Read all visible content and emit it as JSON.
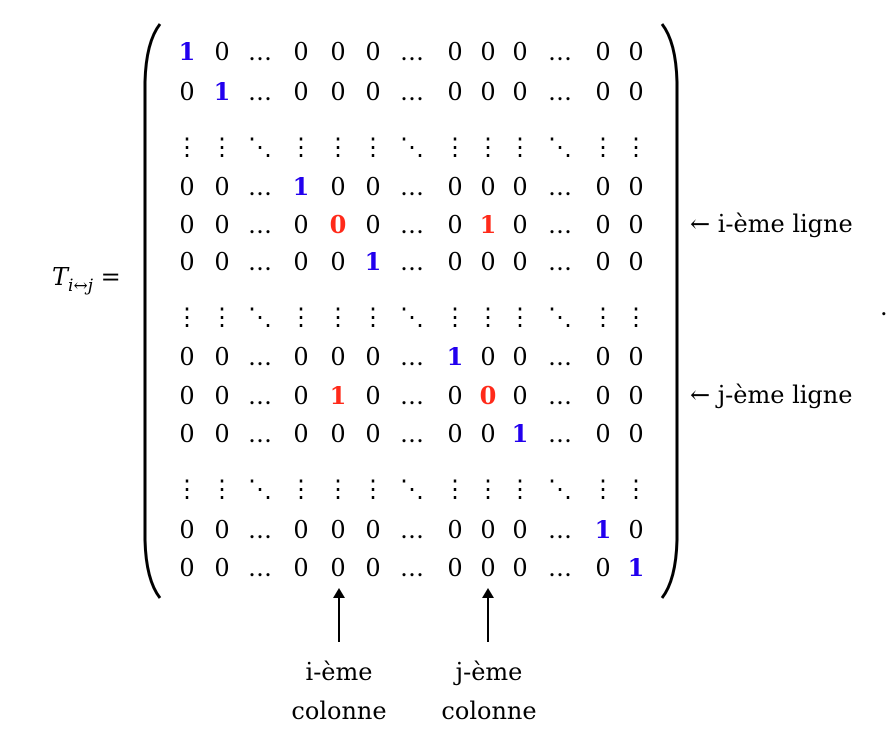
{
  "label": {
    "symbol": "T",
    "subscript": "i↔j",
    "equals": "="
  },
  "period": ".",
  "colors": {
    "blue": "#2200ee",
    "red": "#ff2a1a"
  },
  "matrix": {
    "rows": [
      {
        "cells": [
          "1",
          "0",
          "…",
          "0",
          "0",
          "0",
          "…",
          "0",
          "0",
          "0",
          "…",
          "0",
          "0"
        ],
        "colors": [
          "b",
          "",
          "",
          "",
          "",
          "",
          "",
          "",
          "",
          "",
          "",
          "",
          ""
        ]
      },
      {
        "cells": [
          "0",
          "1",
          "…",
          "0",
          "0",
          "0",
          "…",
          "0",
          "0",
          "0",
          "…",
          "0",
          "0"
        ],
        "colors": [
          "",
          "b",
          "",
          "",
          "",
          "",
          "",
          "",
          "",
          "",
          "",
          "",
          ""
        ]
      },
      {
        "cells": [
          "⋮",
          "⋮",
          "⋱",
          "⋮",
          "⋮",
          "⋮",
          "⋱",
          "⋮",
          "⋮",
          "⋮",
          "⋱",
          "⋮",
          "⋮"
        ],
        "colors": [
          "",
          "",
          "",
          "",
          "",
          "",
          "",
          "",
          "",
          "",
          "",
          "",
          ""
        ]
      },
      {
        "cells": [
          "0",
          "0",
          "…",
          "1",
          "0",
          "0",
          "…",
          "0",
          "0",
          "0",
          "…",
          "0",
          "0"
        ],
        "colors": [
          "",
          "",
          "",
          "b",
          "",
          "",
          "",
          "",
          "",
          "",
          "",
          "",
          ""
        ]
      },
      {
        "cells": [
          "0",
          "0",
          "…",
          "0",
          "0",
          "0",
          "…",
          "0",
          "1",
          "0",
          "…",
          "0",
          "0"
        ],
        "colors": [
          "",
          "",
          "",
          "",
          "r",
          "",
          "",
          "",
          "r",
          "",
          "",
          "",
          ""
        ]
      },
      {
        "cells": [
          "0",
          "0",
          "…",
          "0",
          "0",
          "1",
          "…",
          "0",
          "0",
          "0",
          "…",
          "0",
          "0"
        ],
        "colors": [
          "",
          "",
          "",
          "",
          "",
          "b",
          "",
          "",
          "",
          "",
          "",
          "",
          ""
        ]
      },
      {
        "cells": [
          "⋮",
          "⋮",
          "⋱",
          "⋮",
          "⋮",
          "⋮",
          "⋱",
          "⋮",
          "⋮",
          "⋮",
          "⋱",
          "⋮",
          "⋮"
        ],
        "colors": [
          "",
          "",
          "",
          "",
          "",
          "",
          "",
          "",
          "",
          "",
          "",
          "",
          ""
        ]
      },
      {
        "cells": [
          "0",
          "0",
          "…",
          "0",
          "0",
          "0",
          "…",
          "1",
          "0",
          "0",
          "…",
          "0",
          "0"
        ],
        "colors": [
          "",
          "",
          "",
          "",
          "",
          "",
          "",
          "b",
          "",
          "",
          "",
          "",
          ""
        ]
      },
      {
        "cells": [
          "0",
          "0",
          "…",
          "0",
          "1",
          "0",
          "…",
          "0",
          "0",
          "0",
          "…",
          "0",
          "0"
        ],
        "colors": [
          "",
          "",
          "",
          "",
          "r",
          "",
          "",
          "",
          "r",
          "",
          "",
          "",
          ""
        ]
      },
      {
        "cells": [
          "0",
          "0",
          "…",
          "0",
          "0",
          "0",
          "…",
          "0",
          "0",
          "1",
          "…",
          "0",
          "0"
        ],
        "colors": [
          "",
          "",
          "",
          "",
          "",
          "",
          "",
          "",
          "",
          "b",
          "",
          "",
          ""
        ]
      },
      {
        "cells": [
          "⋮",
          "⋮",
          "⋱",
          "⋮",
          "⋮",
          "⋮",
          "⋱",
          "⋮",
          "⋮",
          "⋮",
          "⋱",
          "⋮",
          "⋮"
        ],
        "colors": [
          "",
          "",
          "",
          "",
          "",
          "",
          "",
          "",
          "",
          "",
          "",
          "",
          ""
        ]
      },
      {
        "cells": [
          "0",
          "0",
          "…",
          "0",
          "0",
          "0",
          "…",
          "0",
          "0",
          "0",
          "…",
          "1",
          "0"
        ],
        "colors": [
          "",
          "",
          "",
          "",
          "",
          "",
          "",
          "",
          "",
          "",
          "",
          "b",
          ""
        ]
      },
      {
        "cells": [
          "0",
          "0",
          "…",
          "0",
          "0",
          "0",
          "…",
          "0",
          "0",
          "0",
          "…",
          "0",
          "1"
        ],
        "colors": [
          "",
          "",
          "",
          "",
          "",
          "",
          "",
          "",
          "",
          "",
          "",
          "",
          "b"
        ]
      }
    ]
  },
  "annotations": {
    "row_i": "← i-ème ligne",
    "row_j": "← j-ème ligne",
    "col_i_line1": "i-ème",
    "col_i_line2": "colonne",
    "col_j_line1": "j-ème",
    "col_j_line2": "colonne"
  }
}
